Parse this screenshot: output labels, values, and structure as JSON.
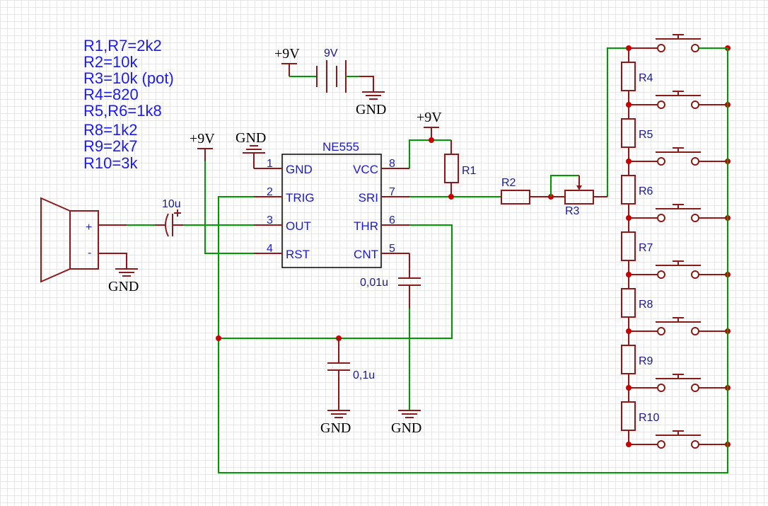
{
  "notes": [
    "R1,R7=2k2",
    "R2=10k",
    "R3=10k (pot)",
    "R4=820",
    "R5,R6=1k8",
    "R8=1k2",
    "R9=2k7",
    "R10=3k"
  ],
  "ic": {
    "name": "NE555",
    "pins_left": [
      {
        "num": "1",
        "label": "GND"
      },
      {
        "num": "2",
        "label": "TRIG"
      },
      {
        "num": "3",
        "label": "OUT"
      },
      {
        "num": "4",
        "label": "RST"
      }
    ],
    "pins_right": [
      {
        "num": "8",
        "label": "VCC"
      },
      {
        "num": "7",
        "label": "SRI"
      },
      {
        "num": "6",
        "label": "THR"
      },
      {
        "num": "5",
        "label": "CNT"
      }
    ]
  },
  "power": {
    "vcc": "+9V",
    "gnd": "GND",
    "battery": "9V"
  },
  "components": {
    "r1": "R1",
    "r2": "R2",
    "r3": "R3",
    "ladder": [
      "R4",
      "R5",
      "R6",
      "R7",
      "R8",
      "R9",
      "R10"
    ],
    "c_out": "10u",
    "c_cnt": "0,01u",
    "c_timing": "0,1u"
  },
  "speaker": {
    "plus": "+",
    "minus": "-"
  }
}
